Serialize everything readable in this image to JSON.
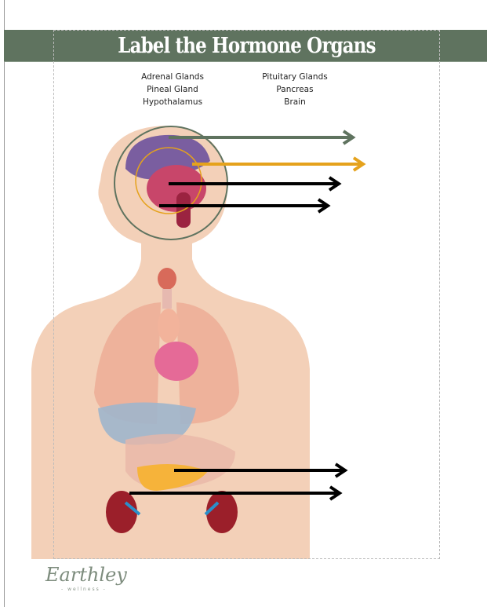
{
  "title": "Label the Hormone Organs",
  "word_bank": {
    "col1": [
      "Adrenal Glands",
      "Pineal Gland",
      "Hypothalamus"
    ],
    "col2": [
      "Pituitary Glands",
      "Pancreas",
      "Brain"
    ]
  },
  "logo": {
    "name": "Earthley",
    "tagline": "- wellness -"
  },
  "colors": {
    "banner": "#5f735f",
    "skin": "#f3d0b8",
    "arrow_gray": "#5f735f",
    "arrow_orange": "#e5a21c",
    "arrow_black": "#000000"
  }
}
